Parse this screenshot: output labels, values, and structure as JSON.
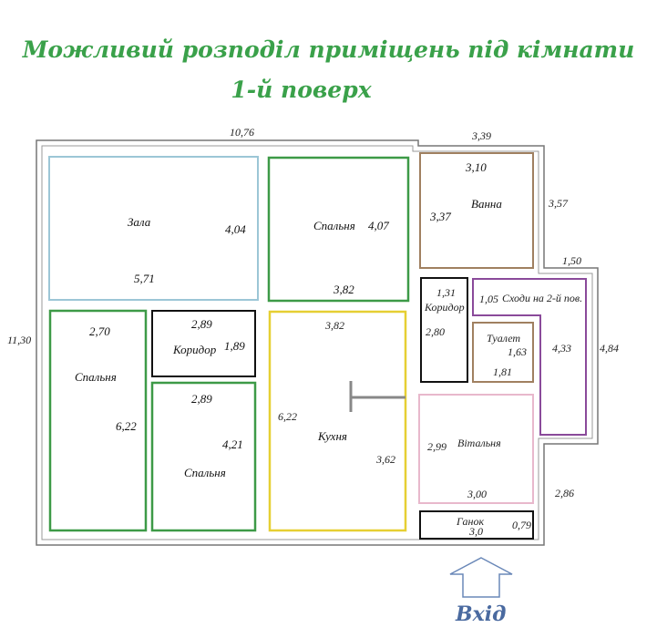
{
  "title": {
    "line1": "Можливий розподіл приміщень під кімнати",
    "line2": "1-й поверх"
  },
  "colors": {
    "title": "#3aa14a",
    "zala": "#9cc6d6",
    "green": "#3d9a47",
    "black": "#111111",
    "kitchen": "#e6cf33",
    "bath": "#a08060",
    "stairs": "#8a4a9a",
    "vestibule": "#e8b8cc",
    "arrow": "#6a88b8"
  },
  "outer_dims": {
    "top": "10,76",
    "top_right": "3,39",
    "right_bath": "3,57",
    "step": "1,50",
    "right_lower": "4,84",
    "bottom_right": "2,86",
    "left": "11,30"
  },
  "rooms": {
    "zala": {
      "name": "Зала",
      "w": "5,71",
      "h": "4,04"
    },
    "bedroom_top": {
      "name": "Спальня",
      "h": "4,07",
      "w": "3,82"
    },
    "bath": {
      "name": "Ванна",
      "w": "3,10",
      "h": "3,37"
    },
    "bedroom_left": {
      "name": "Спальня",
      "w": "2,70",
      "h": "6,22"
    },
    "corridor_mid": {
      "name": "Коридор",
      "w": "2,89",
      "h": "1,89"
    },
    "bedroom_mid": {
      "name": "Спальня",
      "w": "2,89",
      "h": "4,21"
    },
    "kitchen": {
      "name": "Кухня",
      "w": "3,82",
      "h": "6,22",
      "w2": "3,62"
    },
    "corridor_small": {
      "name": "Коридор",
      "w": "1,31",
      "h": "2,80"
    },
    "stairs": {
      "name": "Сходи на 2-й пов.",
      "w": "1,05",
      "h": "4,33"
    },
    "toilet": {
      "name": "Туалет",
      "w": "1,63",
      "h": "1,81"
    },
    "vestibule": {
      "name": "Вітальня",
      "h": "2,99",
      "w": "3,00"
    },
    "porch": {
      "name": "Ганок",
      "w": "3,0",
      "h": "0,79"
    }
  },
  "entrance": {
    "label": "Вхід"
  }
}
